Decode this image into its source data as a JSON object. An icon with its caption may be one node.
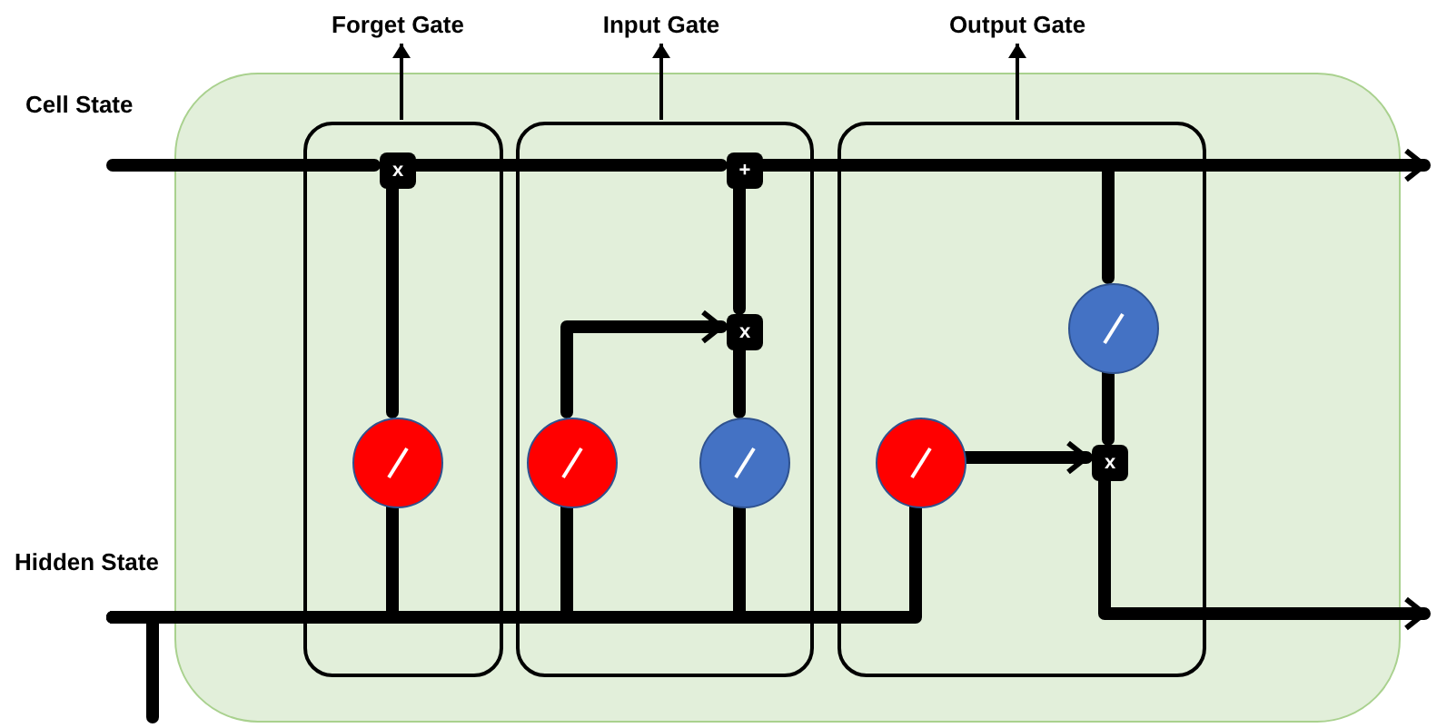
{
  "diagram": {
    "nodes": [
      {
        "text": [],
        "shape": "box"
      },
      {
        "text": [],
        "shape": "box",
        "in": 0
      },
      {
        "text": [],
        "shape": "box",
        "in": 0
      },
      {
        "text": [],
        "shape": "box",
        "in": 0
      },
      {
        "text": [
          "Forget Gate"
        ]
      },
      {
        "text": [
          "Input Gate"
        ]
      },
      {
        "text": [
          "Output Gate"
        ]
      },
      {
        "text": [
          "x"
        ],
        "in": 1
      },
      {
        "text": [
          "+"
        ],
        "in": 2
      },
      {
        "text": [
          "x"
        ],
        "in": 2
      },
      {
        "text": [
          "x"
        ],
        "in": 3
      },
      {
        "text": [],
        "shape": "circle",
        "in": 1
      },
      {
        "text": [],
        "shape": "circle",
        "in": 2
      },
      {
        "text": [],
        "shape": "circle",
        "in": 2
      },
      {
        "text": [],
        "shape": "circle",
        "in": 3
      },
      {
        "text": [],
        "shape": "circle",
        "in": 3
      }
    ],
    "edges": [
      {
        "from": null,
        "to": 7,
        "arrow": "none"
      },
      {
        "from": 7,
        "to": 8,
        "arrow": "none"
      },
      {
        "from": 8,
        "to": null,
        "arrow": "to"
      },
      {
        "from": 8,
        "to": 15,
        "arrow": "none"
      },
      {
        "from": 11,
        "to": 7,
        "arrow": "none"
      },
      {
        "from": 12,
        "to": 9,
        "arrow": "to"
      },
      {
        "from": 13,
        "to": 9,
        "arrow": "none"
      },
      {
        "from": 9,
        "to": 8,
        "arrow": "none"
      },
      {
        "from": 15,
        "to": 10,
        "arrow": "none"
      },
      {
        "from": 14,
        "to": 10,
        "arrow": "to"
      },
      {
        "from": 10,
        "to": null,
        "arrow": "to"
      },
      {
        "from": null,
        "to": 11,
        "arrow": "none"
      },
      {
        "from": null,
        "to": 12,
        "arrow": "none"
      },
      {
        "from": null,
        "to": 13,
        "arrow": "none"
      },
      {
        "from": null,
        "to": 14,
        "arrow": "none"
      },
      {
        "from": 1,
        "to": 4,
        "arrow": "to"
      },
      {
        "from": 2,
        "to": 5,
        "arrow": "to"
      },
      {
        "from": 3,
        "to": 6,
        "arrow": "to"
      }
    ],
    "labels": [
      "Cell State",
      "Hidden State"
    ]
  }
}
